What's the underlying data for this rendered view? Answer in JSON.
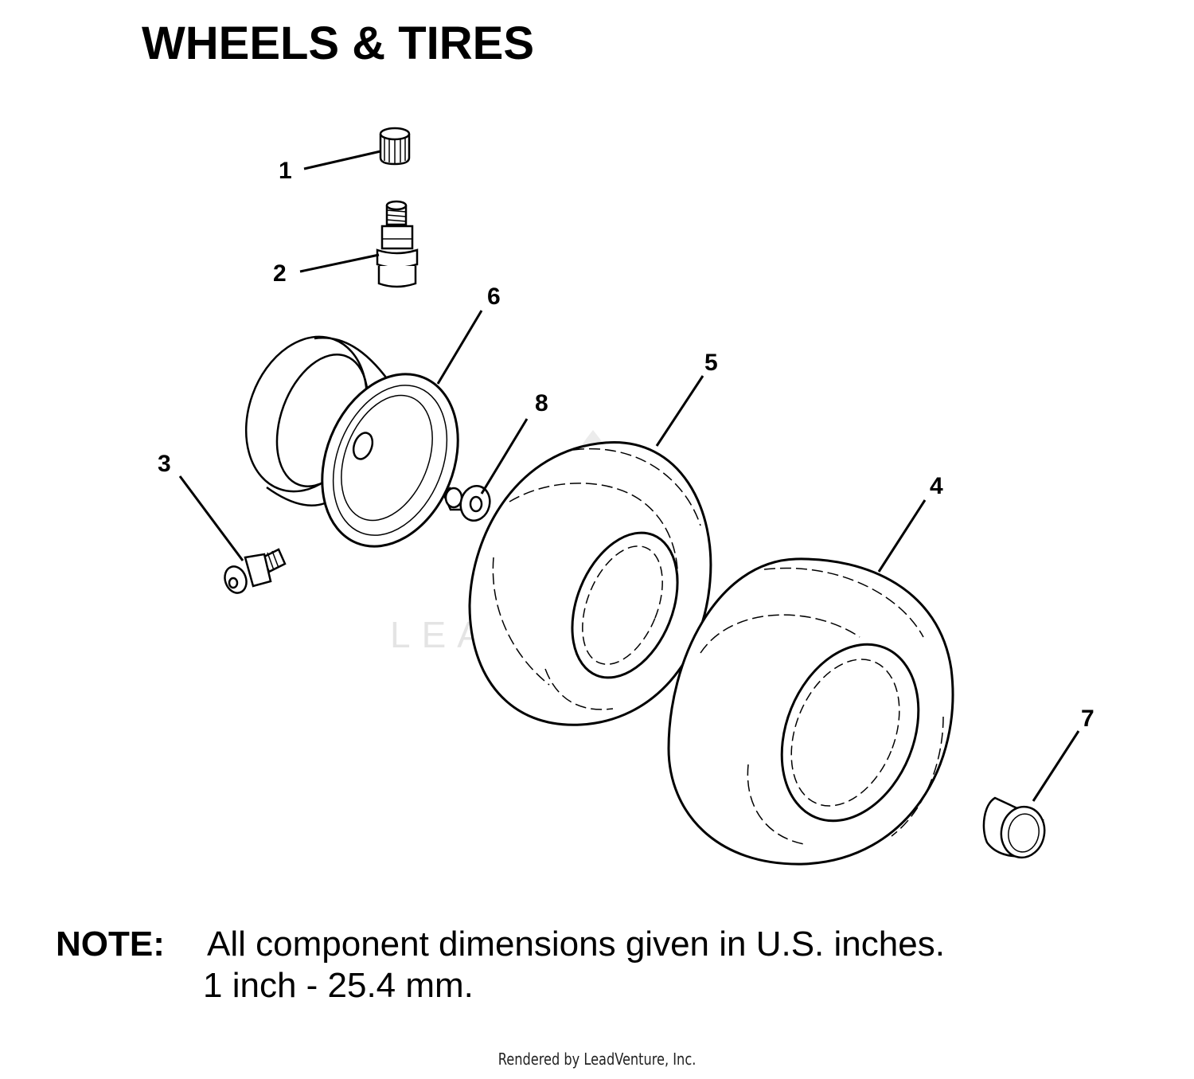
{
  "title": "WHEELS & TIRES",
  "parts": [
    {
      "number": "1",
      "icon": "valve-cap-icon"
    },
    {
      "number": "2",
      "icon": "valve-stem-icon"
    },
    {
      "number": "3",
      "icon": "grease-fitting-icon"
    },
    {
      "number": "4",
      "icon": "rear-tire-icon"
    },
    {
      "number": "5",
      "icon": "front-tire-icon"
    },
    {
      "number": "6",
      "icon": "rim-icon"
    },
    {
      "number": "7",
      "icon": "cap-icon"
    },
    {
      "number": "8",
      "icon": "bushing-icon"
    }
  ],
  "note": {
    "label": "NOTE:",
    "line1": "All component dimensions given in U.S. inches.",
    "line2": "1 inch - 25.4 mm."
  },
  "watermark": "LEADVENTURE",
  "footer": "Rendered by LeadVenture, Inc.",
  "colors": {
    "ink": "#000000",
    "watermark": "#e4e4e4",
    "background": "#ffffff"
  }
}
